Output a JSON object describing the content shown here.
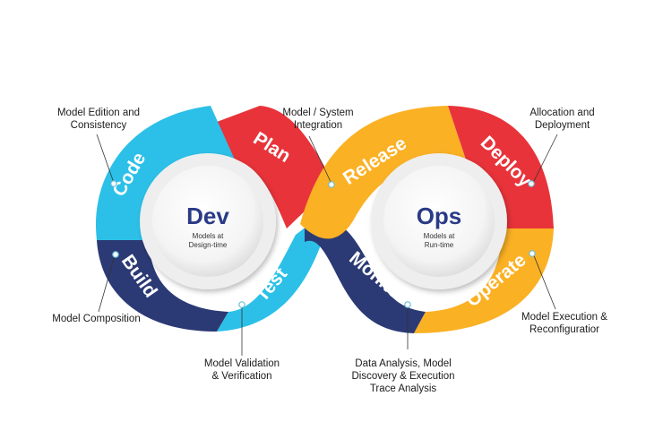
{
  "segments": {
    "code": "Code",
    "plan": "Plan",
    "build": "Build",
    "test": "Test",
    "release": "Release",
    "deploy": "Deploy",
    "monitor": "Monitor",
    "operate": "Operate"
  },
  "hubs": {
    "dev": {
      "title": "Dev",
      "sub_line1": "Models at",
      "sub_line2": "Design-time"
    },
    "ops": {
      "title": "Ops",
      "sub_line1": "Models at",
      "sub_line2": "Run-time"
    }
  },
  "annotations": {
    "code": "Model Edition and\nConsistency",
    "plan": "Model / System\nIntegration",
    "deploy": "Allocation and\nDeployment",
    "build": "Model Composition",
    "test": "Model Validation\n& Verification",
    "monitor": "Data Analysis, Model\nDiscovery & Execution\nTrace Analysis",
    "operate": "Model Execution &\nReconfiguratior"
  },
  "colors": {
    "code": "#2cc0e8",
    "plan": "#e8333a",
    "build": "#2b3a74",
    "test": "#2cc0e8",
    "release": "#fbb124",
    "deploy": "#e8333a",
    "monitor": "#2b3a74",
    "operate": "#fbb124",
    "hub_text": "#2a3a86"
  }
}
